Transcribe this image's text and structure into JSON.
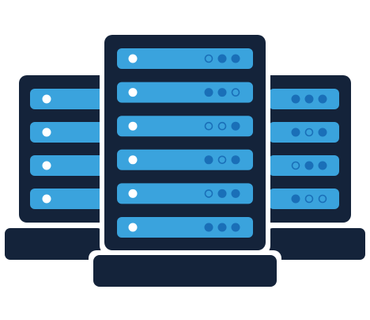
{
  "colors": {
    "frame": "#14233a",
    "unit": "#3aa3dd",
    "dot_filled": "#1a6fb8",
    "dot_outline": "#1a6fb8",
    "power_dot": "#ffffff",
    "background": "#ffffff"
  },
  "illustration": {
    "icon": "server-rack-icon",
    "left_rack": {
      "icon": "server-rack-side-icon",
      "units": [
        {
          "dots": []
        },
        {
          "dots": []
        },
        {
          "dots": []
        },
        {
          "dots": []
        }
      ]
    },
    "center_rack": {
      "icon": "server-rack-front-icon",
      "units": [
        {
          "dots": [
            "outline",
            "filled",
            "filled"
          ]
        },
        {
          "dots": [
            "filled",
            "filled",
            "outline"
          ]
        },
        {
          "dots": [
            "outline",
            "outline",
            "filled"
          ]
        },
        {
          "dots": [
            "filled",
            "outline",
            "filled"
          ]
        },
        {
          "dots": [
            "outline",
            "filled",
            "filled"
          ]
        },
        {
          "dots": [
            "filled",
            "filled",
            "filled"
          ]
        }
      ]
    },
    "right_rack": {
      "icon": "server-rack-side-icon",
      "units": [
        {
          "dots": [
            "filled",
            "filled",
            "filled"
          ]
        },
        {
          "dots": [
            "filled",
            "outline",
            "filled"
          ]
        },
        {
          "dots": [
            "outline",
            "filled",
            "filled"
          ]
        },
        {
          "dots": [
            "filled",
            "outline",
            "outline"
          ]
        }
      ]
    }
  }
}
